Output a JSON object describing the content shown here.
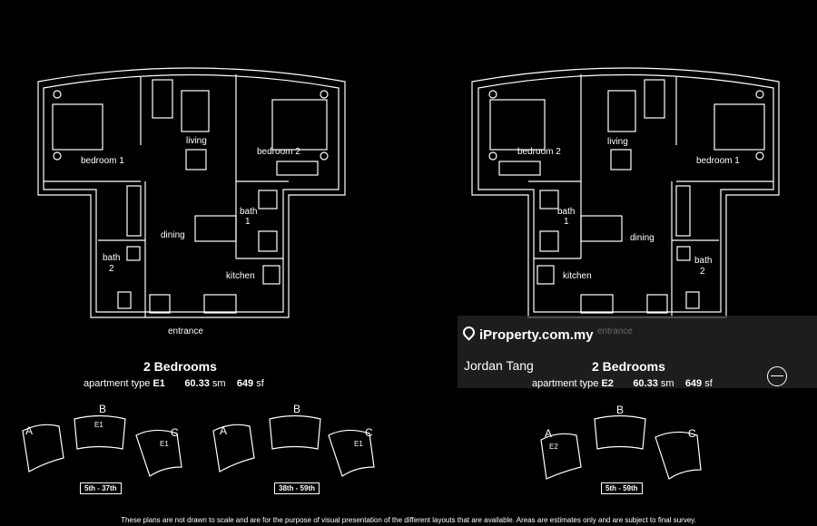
{
  "left_plan": {
    "rooms": {
      "bedroom_1": "bedroom 1",
      "living": "living",
      "bedroom_2": "bedroom 2",
      "bath_1_a": "bath",
      "bath_1_b": "1",
      "dining": "dining",
      "bath_2_a": "bath",
      "bath_2_b": "2",
      "kitchen": "kitchen",
      "entrance": "entrance"
    },
    "title": "2 Bedrooms",
    "type_prefix": "apartment  type",
    "type_code": "E1",
    "sm": "60.33",
    "sm_unit": "sm",
    "sf": "649",
    "sf_unit": "sf",
    "floor_ranges": [
      "5th - 37th",
      "38th - 59th"
    ],
    "wings": [
      "A",
      "B",
      "C",
      "A",
      "B",
      "C"
    ],
    "unit_tags": [
      "E1",
      "E1",
      "E1"
    ]
  },
  "right_plan": {
    "rooms": {
      "bedroom_2": "bedroom 2",
      "living": "living",
      "bedroom_1": "bedroom 1",
      "bath_1_a": "bath",
      "bath_1_b": "1",
      "dining": "dining",
      "bath_2_a": "bath",
      "bath_2_b": "2",
      "kitchen": "kitchen",
      "entrance": "entrance"
    },
    "title": "2 Bedrooms",
    "type_prefix": "apartment  type",
    "type_code": "E2",
    "sm": "60.33",
    "sm_unit": "sm",
    "sf": "649",
    "sf_unit": "sf",
    "floor_ranges": [
      "5th - 59th"
    ],
    "wings": [
      "A",
      "B",
      "C"
    ],
    "unit_tags": [
      "E2"
    ]
  },
  "watermark": {
    "brand": "iProperty.com.my",
    "agent": "Jordan Tang"
  },
  "footer": "These plans are not drawn to scale and are for the purpose of visual presentation of the different layouts that are available. Areas are estimates only and are subject to final survey."
}
